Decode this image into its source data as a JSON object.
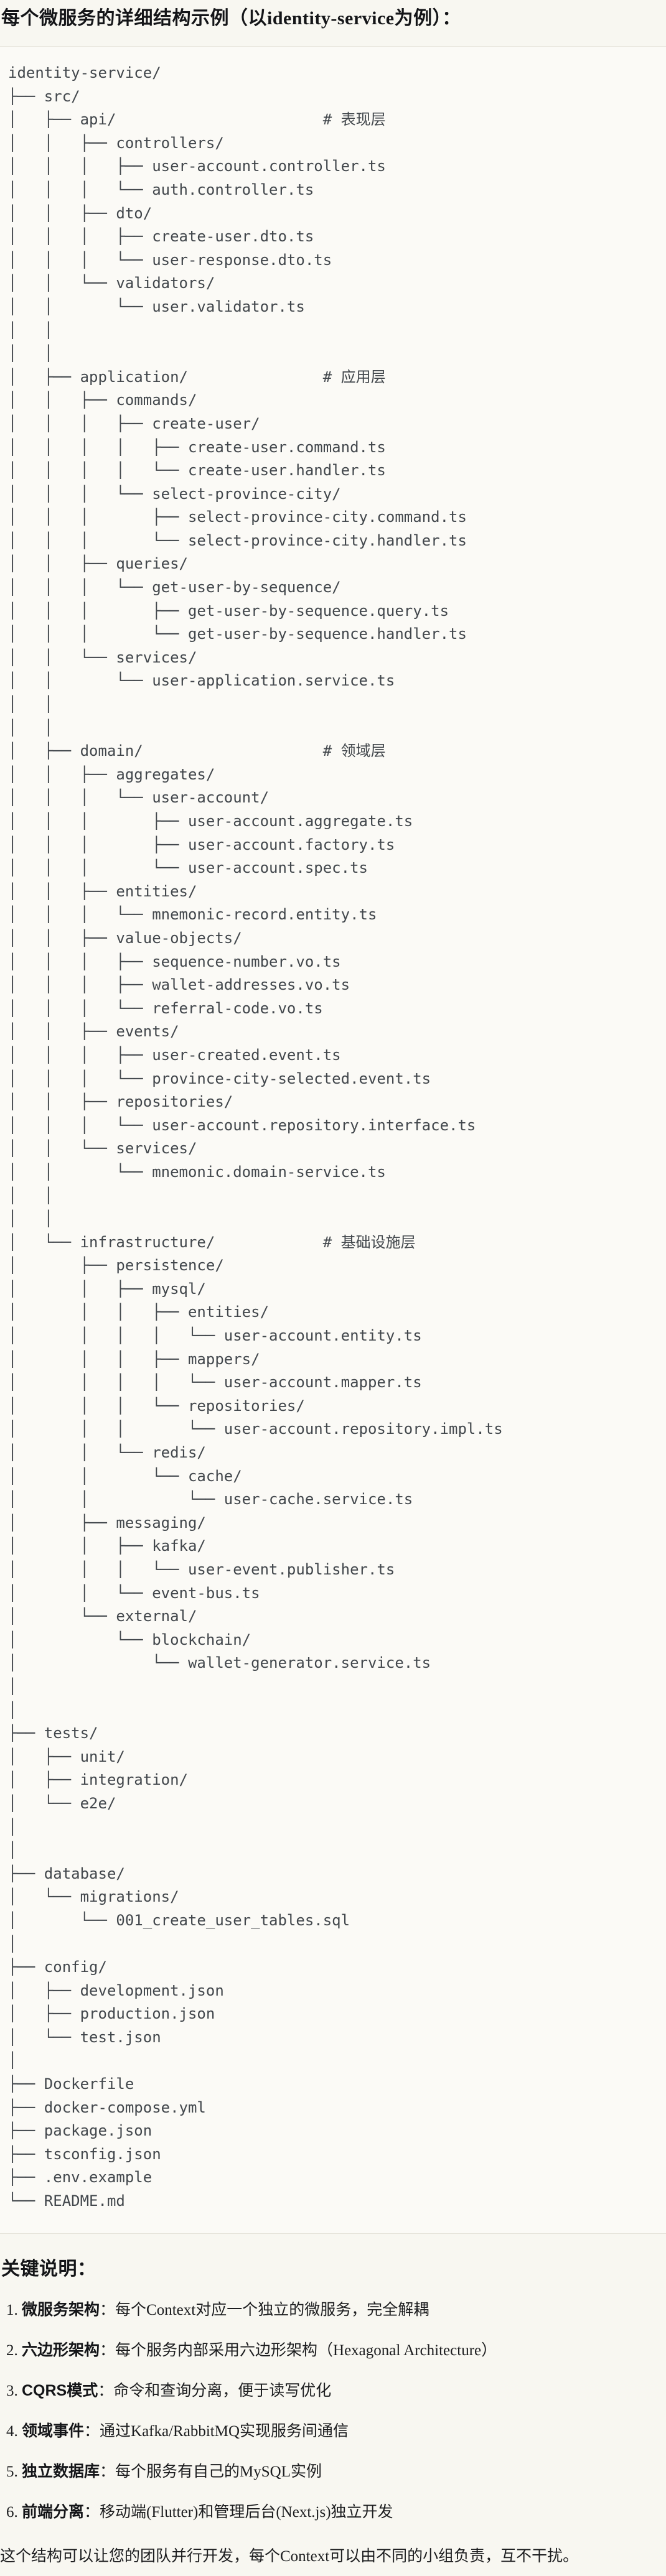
{
  "title": {
    "prefix": "每个微服务的详细结构示例（以",
    "service": "identity-service",
    "suffix": "为例）："
  },
  "tree": {
    "lines": [
      "identity-service/",
      "├── src/",
      "│   ├── api/                       # 表现层",
      "│   │   ├── controllers/",
      "│   │   │   ├── user-account.controller.ts",
      "│   │   │   └── auth.controller.ts",
      "│   │   ├── dto/",
      "│   │   │   ├── create-user.dto.ts",
      "│   │   │   └── user-response.dto.ts",
      "│   │   └── validators/",
      "│   │       └── user.validator.ts",
      "│   │",
      "│   │",
      "│   ├── application/               # 应用层",
      "│   │   ├── commands/",
      "│   │   │   ├── create-user/",
      "│   │   │   │   ├── create-user.command.ts",
      "│   │   │   │   └── create-user.handler.ts",
      "│   │   │   └── select-province-city/",
      "│   │   │       ├── select-province-city.command.ts",
      "│   │   │       └── select-province-city.handler.ts",
      "│   │   ├── queries/",
      "│   │   │   └── get-user-by-sequence/",
      "│   │   │       ├── get-user-by-sequence.query.ts",
      "│   │   │       └── get-user-by-sequence.handler.ts",
      "│   │   └── services/",
      "│   │       └── user-application.service.ts",
      "│   │",
      "│   │",
      "│   ├── domain/                    # 领域层",
      "│   │   ├── aggregates/",
      "│   │   │   └── user-account/",
      "│   │   │       ├── user-account.aggregate.ts",
      "│   │   │       ├── user-account.factory.ts",
      "│   │   │       └── user-account.spec.ts",
      "│   │   ├── entities/",
      "│   │   │   └── mnemonic-record.entity.ts",
      "│   │   ├── value-objects/",
      "│   │   │   ├── sequence-number.vo.ts",
      "│   │   │   ├── wallet-addresses.vo.ts",
      "│   │   │   └── referral-code.vo.ts",
      "│   │   ├── events/",
      "│   │   │   ├── user-created.event.ts",
      "│   │   │   └── province-city-selected.event.ts",
      "│   │   ├── repositories/",
      "│   │   │   └── user-account.repository.interface.ts",
      "│   │   └── services/",
      "│   │       └── mnemonic.domain-service.ts",
      "│   │",
      "│   │",
      "│   └── infrastructure/            # 基础设施层",
      "│       ├── persistence/",
      "│       │   ├── mysql/",
      "│       │   │   ├── entities/",
      "│       │   │   │   └── user-account.entity.ts",
      "│       │   │   ├── mappers/",
      "│       │   │   │   └── user-account.mapper.ts",
      "│       │   │   └── repositories/",
      "│       │   │       └── user-account.repository.impl.ts",
      "│       │   └── redis/",
      "│       │       └── cache/",
      "│       │           └── user-cache.service.ts",
      "│       ├── messaging/",
      "│       │   ├── kafka/",
      "│       │   │   └── user-event.publisher.ts",
      "│       │   └── event-bus.ts",
      "│       └── external/",
      "│           └── blockchain/",
      "│               └── wallet-generator.service.ts",
      "│",
      "│",
      "├── tests/",
      "│   ├── unit/",
      "│   ├── integration/",
      "│   └── e2e/",
      "│",
      "│",
      "├── database/",
      "│   └── migrations/",
      "│       └── 001_create_user_tables.sql",
      "│",
      "├── config/",
      "│   ├── development.json",
      "│   ├── production.json",
      "│   └── test.json",
      "│",
      "├── Dockerfile",
      "├── docker-compose.yml",
      "├── package.json",
      "├── tsconfig.json",
      "├── .env.example",
      "└── README.md"
    ]
  },
  "notes": {
    "heading": "关键说明：",
    "items": [
      {
        "num": "1. ",
        "label": "微服务架构",
        "colon": "：",
        "text": "每个Context对应一个独立的微服务，完全解耦"
      },
      {
        "num": "2. ",
        "label": "六边形架构",
        "colon": "：",
        "text": "每个服务内部采用六边形架构（Hexagonal Architecture）"
      },
      {
        "num": "3. ",
        "label": "CQRS模式",
        "colon": "：",
        "text": "命令和查询分离，便于读写优化"
      },
      {
        "num": "4. ",
        "label": "领域事件",
        "colon": "：",
        "text": "通过Kafka/RabbitMQ实现服务间通信"
      },
      {
        "num": "5. ",
        "label": "独立数据库",
        "colon": "：",
        "text": "每个服务有自己的MySQL实例"
      },
      {
        "num": "6. ",
        "label": "前端分离",
        "colon": "：",
        "text": "移动端(Flutter)和管理后台(Next.js)独立开发"
      }
    ],
    "closing": "这个结构可以让您的团队并行开发，每个Context可以由不同的小组负责，互不干扰。"
  },
  "colors": {
    "page_bg": "#f8f7f1",
    "code_bg": "#fbfaf6",
    "border": "#e5e3da",
    "tree_text": "#42474c",
    "heading_text": "#141518"
  }
}
